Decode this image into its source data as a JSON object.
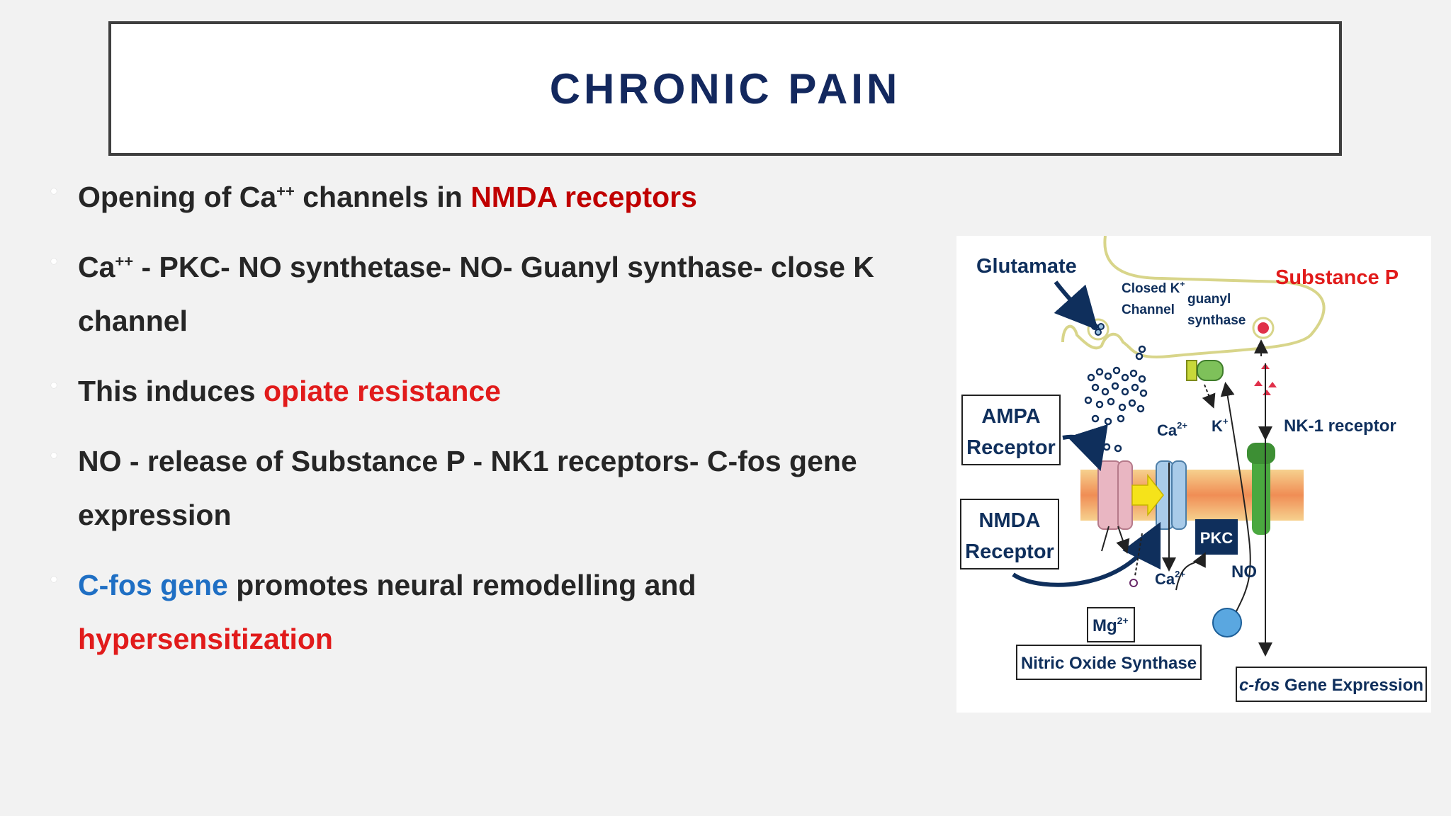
{
  "slide": {
    "title": "CHRONIC PAIN"
  },
  "bullets": [
    {
      "parts": [
        "Opening of Ca",
        "++",
        " channels in ",
        "NMDA receptors",
        ""
      ]
    },
    {
      "parts": [
        "Ca",
        "++",
        " - PKC- NO synthetase- NO- Guanyl synthase- close K channel"
      ]
    },
    {
      "parts": [
        "This induces ",
        "opiate resistance"
      ]
    },
    {
      "parts": [
        "NO - release of  Substance P - NK1 receptors- C-fos gene expression"
      ]
    },
    {
      "parts": [
        "C-fos gene",
        " promotes neural  remodelling and ",
        "hypersensitization"
      ]
    }
  ],
  "diagram": {
    "glutamate": "Glutamate",
    "closed_k_line1": "Closed K",
    "closed_k_sup": "+",
    "closed_k_line2": "Channel",
    "guanyl_line1": "guanyl",
    "guanyl_line2": "synthase",
    "substance_p": "Substance P",
    "ampa_line1": "AMPA",
    "ampa_line2": "Receptor",
    "nmda_line1": "NMDA",
    "nmda_line2": "Receptor",
    "ca_upper": "Ca",
    "ca_upper_sup": "2+",
    "k_ion": "K",
    "k_ion_sup": "+",
    "nk1_receptor": "NK-1 receptor",
    "pkc": "PKC",
    "ca_lower": "Ca",
    "ca_lower_sup": "2+",
    "no": "NO",
    "mg": "Mg",
    "mg_sup": "2+",
    "nos": "Nitric Oxide Synthase",
    "cfos_italic": "c-fos",
    "cfos_rest": " Gene Expression"
  },
  "colors": {
    "title": "#13285e",
    "highlight_red": "#c00000",
    "bright_red": "#e11b1b",
    "highlight_blue": "#1f6fc4",
    "diagram_navy": "#0f2f5c",
    "membrane": "#f3b75f",
    "ampa_channel": "#e9b6c2",
    "nmda_channel": "#a9cbe9",
    "nk1_green": "#4aa83f",
    "arrow_yellow": "#f5e31a"
  }
}
